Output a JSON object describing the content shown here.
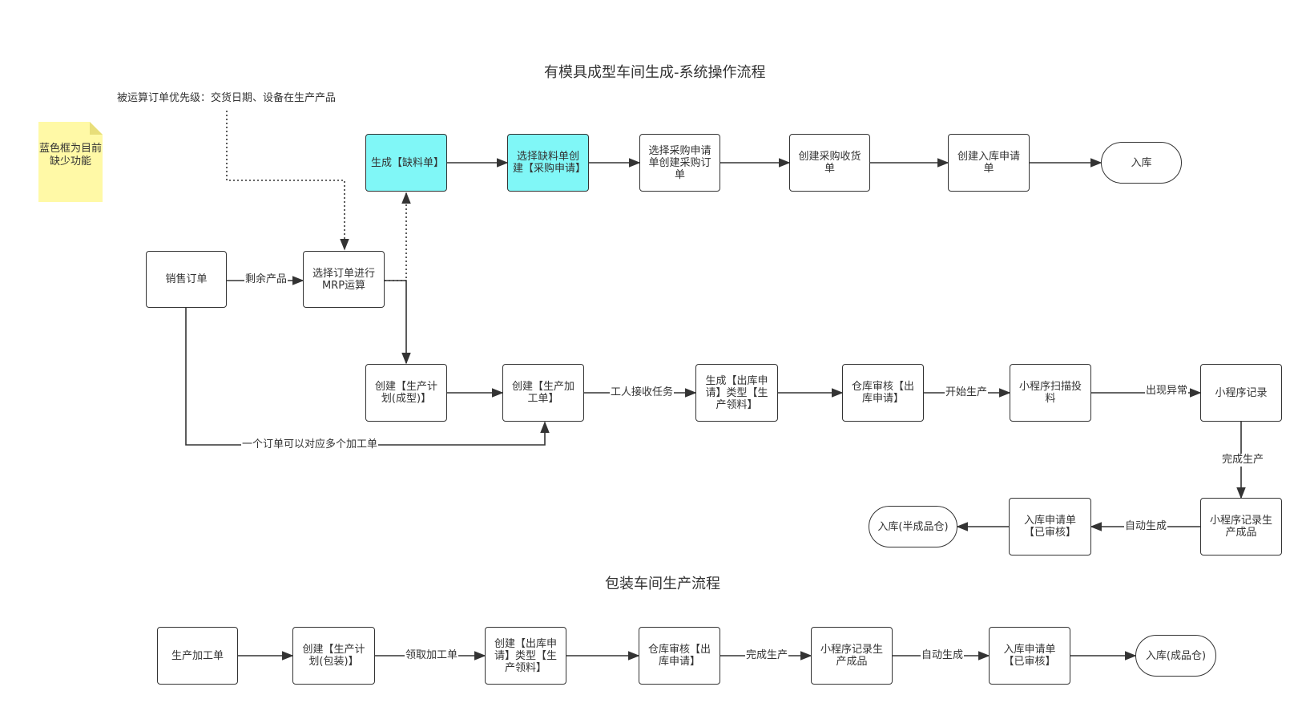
{
  "titles": {
    "main": "有模具成型车间生成-系统操作流程",
    "packaging": "包装车间生产流程"
  },
  "notes": {
    "priority": "被运算订单优先级：交货日期、设备在生产产品",
    "sticky": "蓝色框为目前缺少功能"
  },
  "colors": {
    "highlight_fill": "#80f7f7",
    "sticky_fill": "#fff9a6",
    "stroke": "#333333"
  },
  "nodes": {
    "gen_shortage": "生成【缺料单】",
    "select_shortage": "选择缺料单创建【采购申请】",
    "select_purchase": "选择采购申请单创建采购订单",
    "create_receipt": "创建采购收货单",
    "create_inbound_1": "创建入库申请单",
    "inbound_1": "入库",
    "sales_order": "销售订单",
    "mrp": "选择订单进行MRP运算",
    "plan_molding": "创建【生产计划(成型)】",
    "work_order": "创建【生产加工单】",
    "gen_outbound": "生成【出库申请】类型【生产领料】",
    "wh_review": "仓库审核【出库申请】",
    "scan_feed": "小程序扫描投料",
    "record": "小程序记录",
    "record_product": "小程序记录生产成品",
    "inbound_approved": "入库申请单【已审核】",
    "inbound_semi": "入库(半成品仓)",
    "p_work_order": "生产加工单",
    "p_plan": "创建【生产计划(包装)】",
    "p_outbound": "创建【出库申请】类型【生产领料】",
    "p_review": "仓库审核【出库申请】",
    "p_record": "小程序记录生产成品",
    "p_inbound_approved": "入库申请单【已审核】",
    "p_inbound_finished": "入库(成品仓)"
  },
  "edge_labels": {
    "remaining": "剩余产品",
    "one_to_many": "一个订单可以对应多个加工单",
    "accept_task": "工人接收任务",
    "start": "开始生产",
    "exception": "出现异常",
    "complete": "完成生产",
    "auto_gen": "自动生成",
    "p_receive": "领取加工单",
    "p_complete": "完成生产",
    "p_auto": "自动生成"
  }
}
